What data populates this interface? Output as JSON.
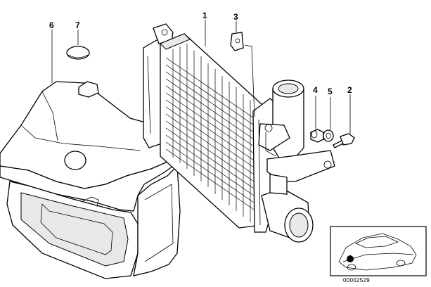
{
  "callouts": {
    "c1": "1",
    "c2": "2",
    "c3": "3",
    "c4": "4",
    "c5": "5",
    "c6": "6",
    "c7": "7"
  },
  "document_number": "00002529"
}
